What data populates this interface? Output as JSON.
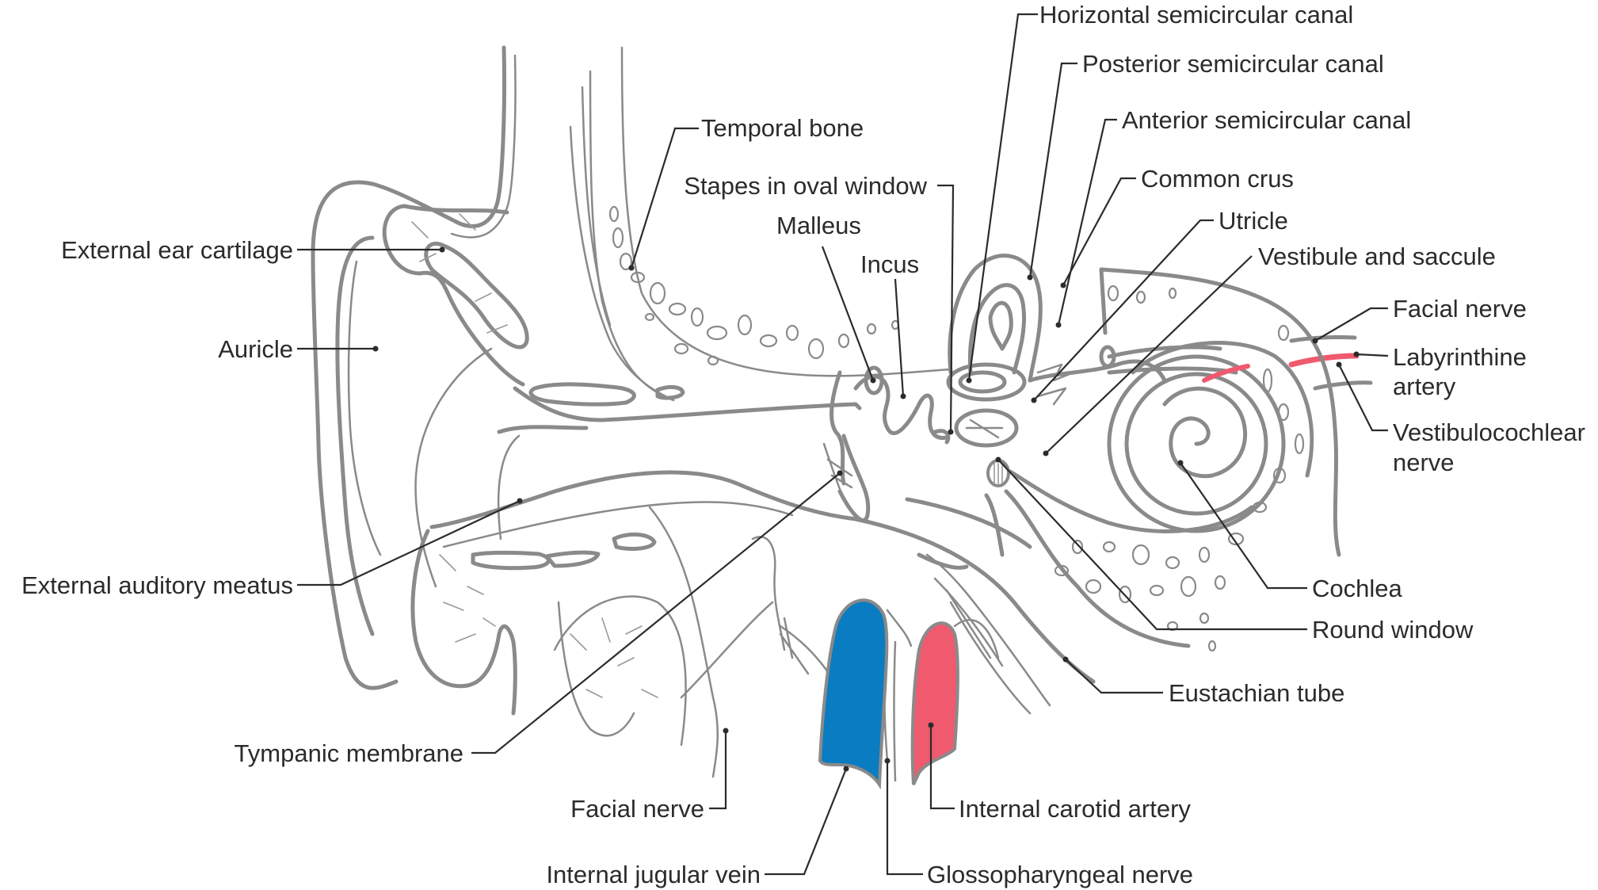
{
  "figure": {
    "title": "Anatomy of the ear (cross-section)",
    "colors": {
      "vein": "#0a7cc2",
      "artery": "#ef5a6e",
      "outline": "#8a8a8a",
      "label_text": "#2b2b2b",
      "background": "#ffffff"
    }
  },
  "labels": {
    "horizontal_semicircular_canal": "Horizontal semicircular canal",
    "posterior_semicircular_canal": "Posterior semicircular canal",
    "anterior_semicircular_canal": "Anterior semicircular canal",
    "common_crus": "Common crus",
    "utricle": "Utricle",
    "vestibule_and_saccule": "Vestibule and saccule",
    "facial_nerve_right": "Facial nerve",
    "labyrinthine_artery_line1": "Labyrinthine",
    "labyrinthine_artery_line2": "artery",
    "vestibulocochlear_nerve_line1": "Vestibulocochlear",
    "vestibulocochlear_nerve_line2": "nerve",
    "cochlea": "Cochlea",
    "round_window": "Round window",
    "eustachian_tube": "Eustachian tube",
    "internal_carotid_artery": "Internal carotid artery",
    "glossopharyngeal_nerve": "Glossopharyngeal nerve",
    "internal_jugular_vein": "Internal jugular vein",
    "facial_nerve_bottom": "Facial nerve",
    "tympanic_membrane": "Tympanic membrane",
    "external_auditory_meatus": "External auditory meatus",
    "auricle": "Auricle",
    "external_ear_cartilage": "External ear cartilage",
    "temporal_bone": "Temporal bone",
    "stapes_in_oval_window": "Stapes in oval window",
    "malleus": "Malleus",
    "incus": "Incus"
  }
}
